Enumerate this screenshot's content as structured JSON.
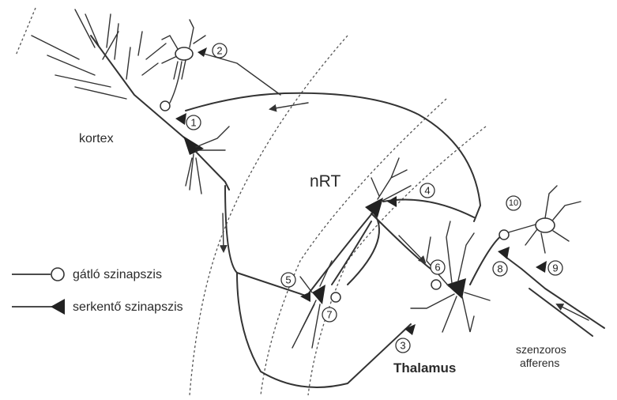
{
  "labels": {
    "cortex": "kortex",
    "nrt": "nRT",
    "thalamus": "Thalamus",
    "sensory_line1": "szenzoros",
    "sensory_line2": "afferens"
  },
  "legend": {
    "inhibitory": "gátló szinapszis",
    "excitatory": "serkentő szinapszis"
  },
  "synapse_numbers": [
    "1",
    "2",
    "3",
    "4",
    "5",
    "6",
    "7",
    "8",
    "9",
    "10"
  ]
}
